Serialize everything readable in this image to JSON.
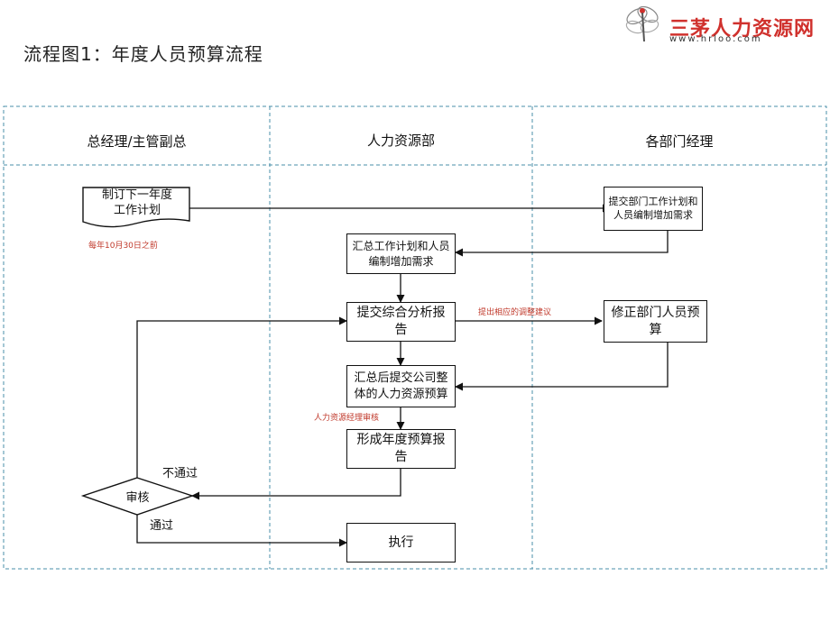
{
  "header": {
    "title": "流程图1：年度人员预算流程",
    "brand_name": "三茅人力资源网",
    "brand_url": "www.hrloo.com"
  },
  "lanes": [
    {
      "title": "总经理/主管副总"
    },
    {
      "title": "人力资源部"
    },
    {
      "title": "各部门经理"
    }
  ],
  "nodes": {
    "annual_plan": "制订下一年度工作计划",
    "dept_submit": "提交部门工作计划和人员编制增加需求",
    "summarize_plan": "汇总工作计划和人员编制增加需求",
    "analysis_report": "提交综合分析报告",
    "revise_budget": "修正部门人员预算",
    "company_budget": "汇总后提交公司整体的人力资源预算",
    "annual_report": "形成年度预算报告",
    "review": "审核",
    "execute": "执行"
  },
  "notes": {
    "deadline": "每年10月30日之前",
    "adjust_suggestion": "提出相应的调整建议",
    "hr_manager_review": "人力资源经理审核"
  },
  "edge_labels": {
    "rejected": "不通过",
    "approved": "通过"
  },
  "colors": {
    "brand_red": "#d0312d",
    "note_red": "#c0392b",
    "lane_border": "#4a8fa8"
  }
}
